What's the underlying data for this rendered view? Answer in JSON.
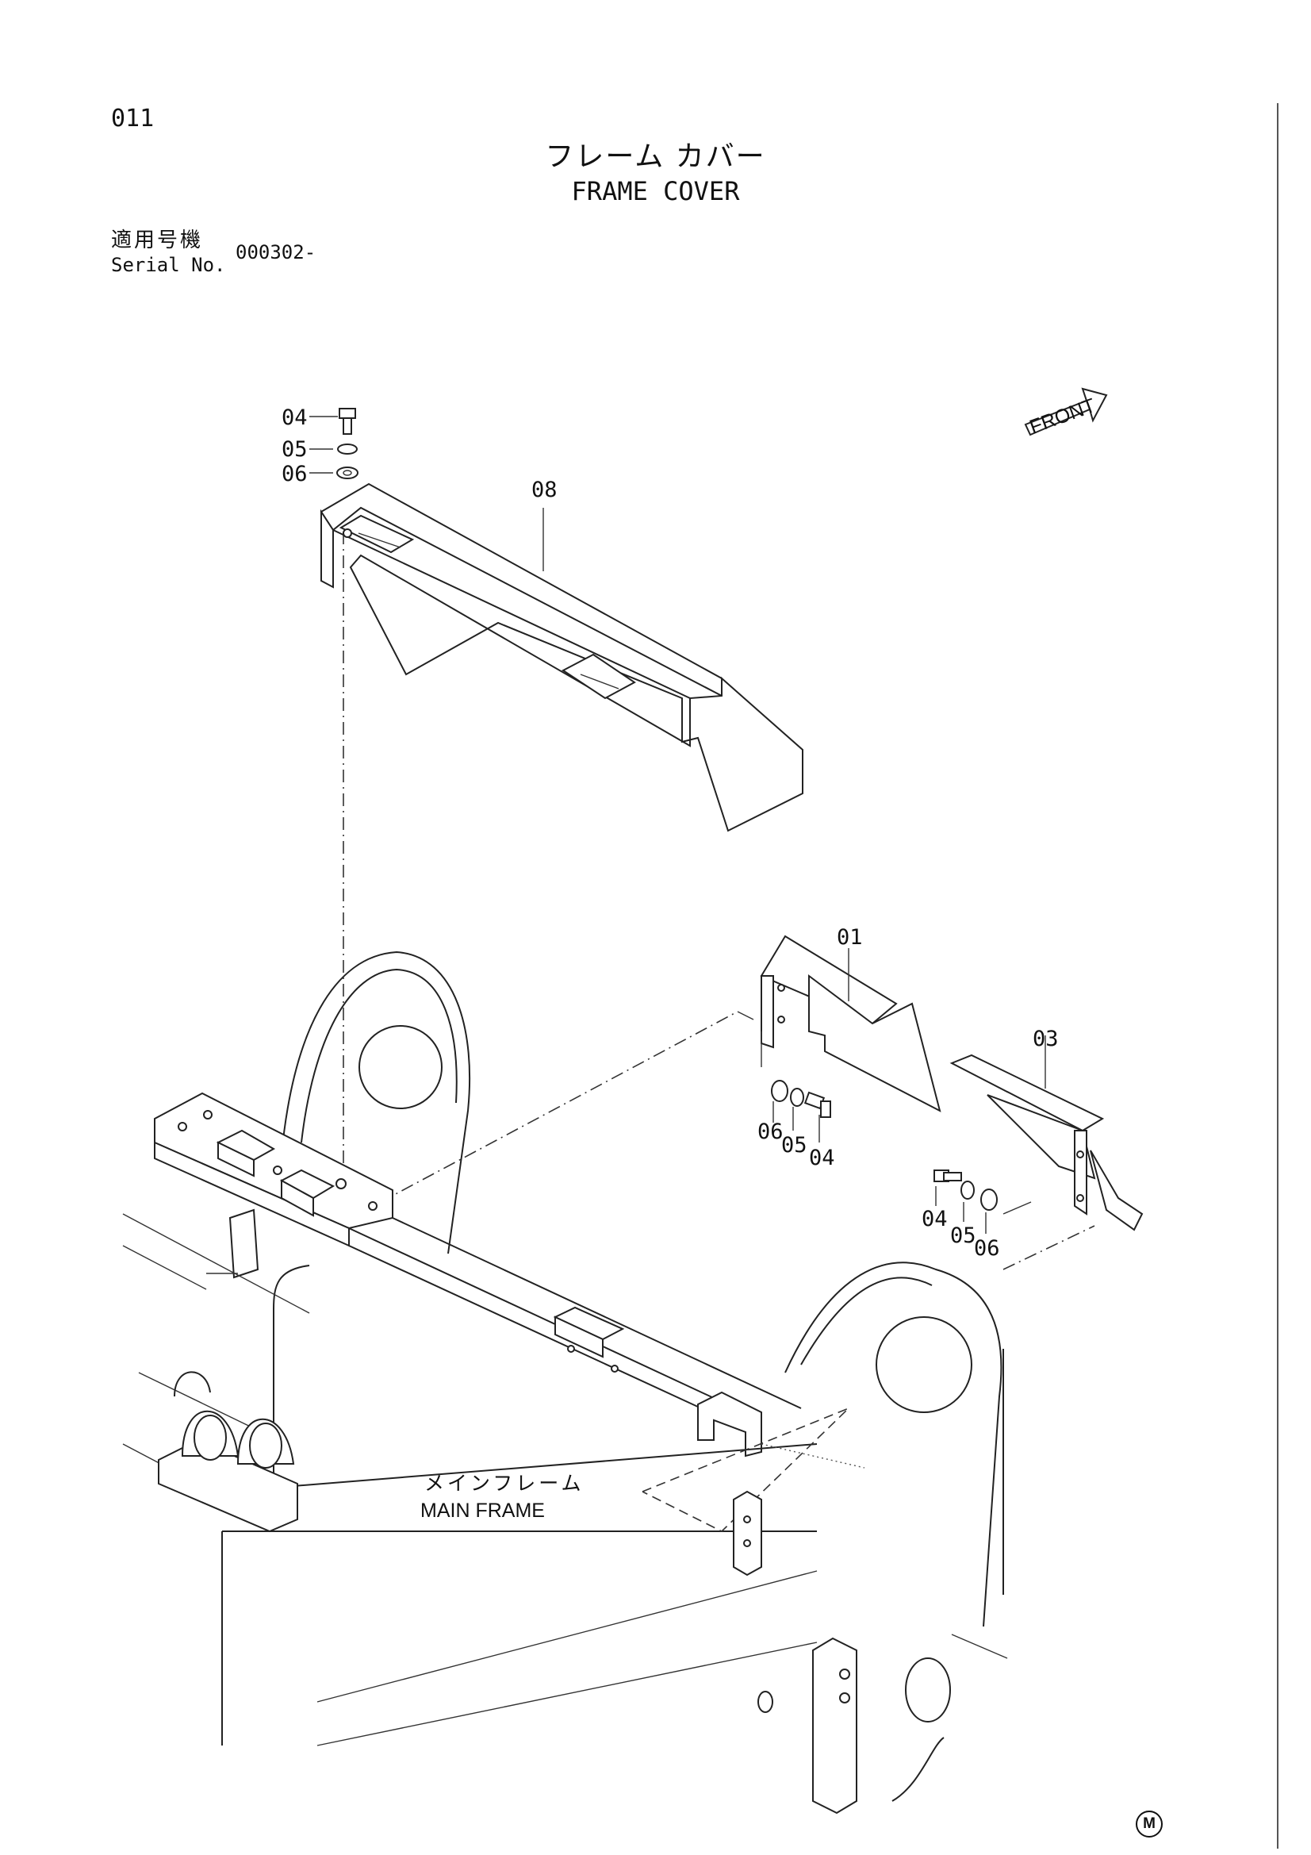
{
  "page": {
    "page_number": "011",
    "title_jp": "フレーム カバー",
    "title_en": "FRAME COVER",
    "serial_label_jp": "適用号機",
    "serial_label_en": "Serial No.",
    "serial_value": "000302-",
    "mark": "M"
  },
  "diagram": {
    "front_label": "FRONT",
    "main_frame_jp": "メインフレーム",
    "main_frame_en": "MAIN FRAME",
    "callouts": {
      "top_04": "04",
      "top_05": "05",
      "top_06": "06",
      "part_08": "08",
      "part_01": "01",
      "part_03": "03",
      "mid_06": "06",
      "mid_05": "05",
      "mid_04": "04",
      "right_04": "04",
      "right_05": "05",
      "right_06": "06"
    }
  },
  "colors": {
    "ink": "#111111",
    "paper": "#ffffff"
  }
}
